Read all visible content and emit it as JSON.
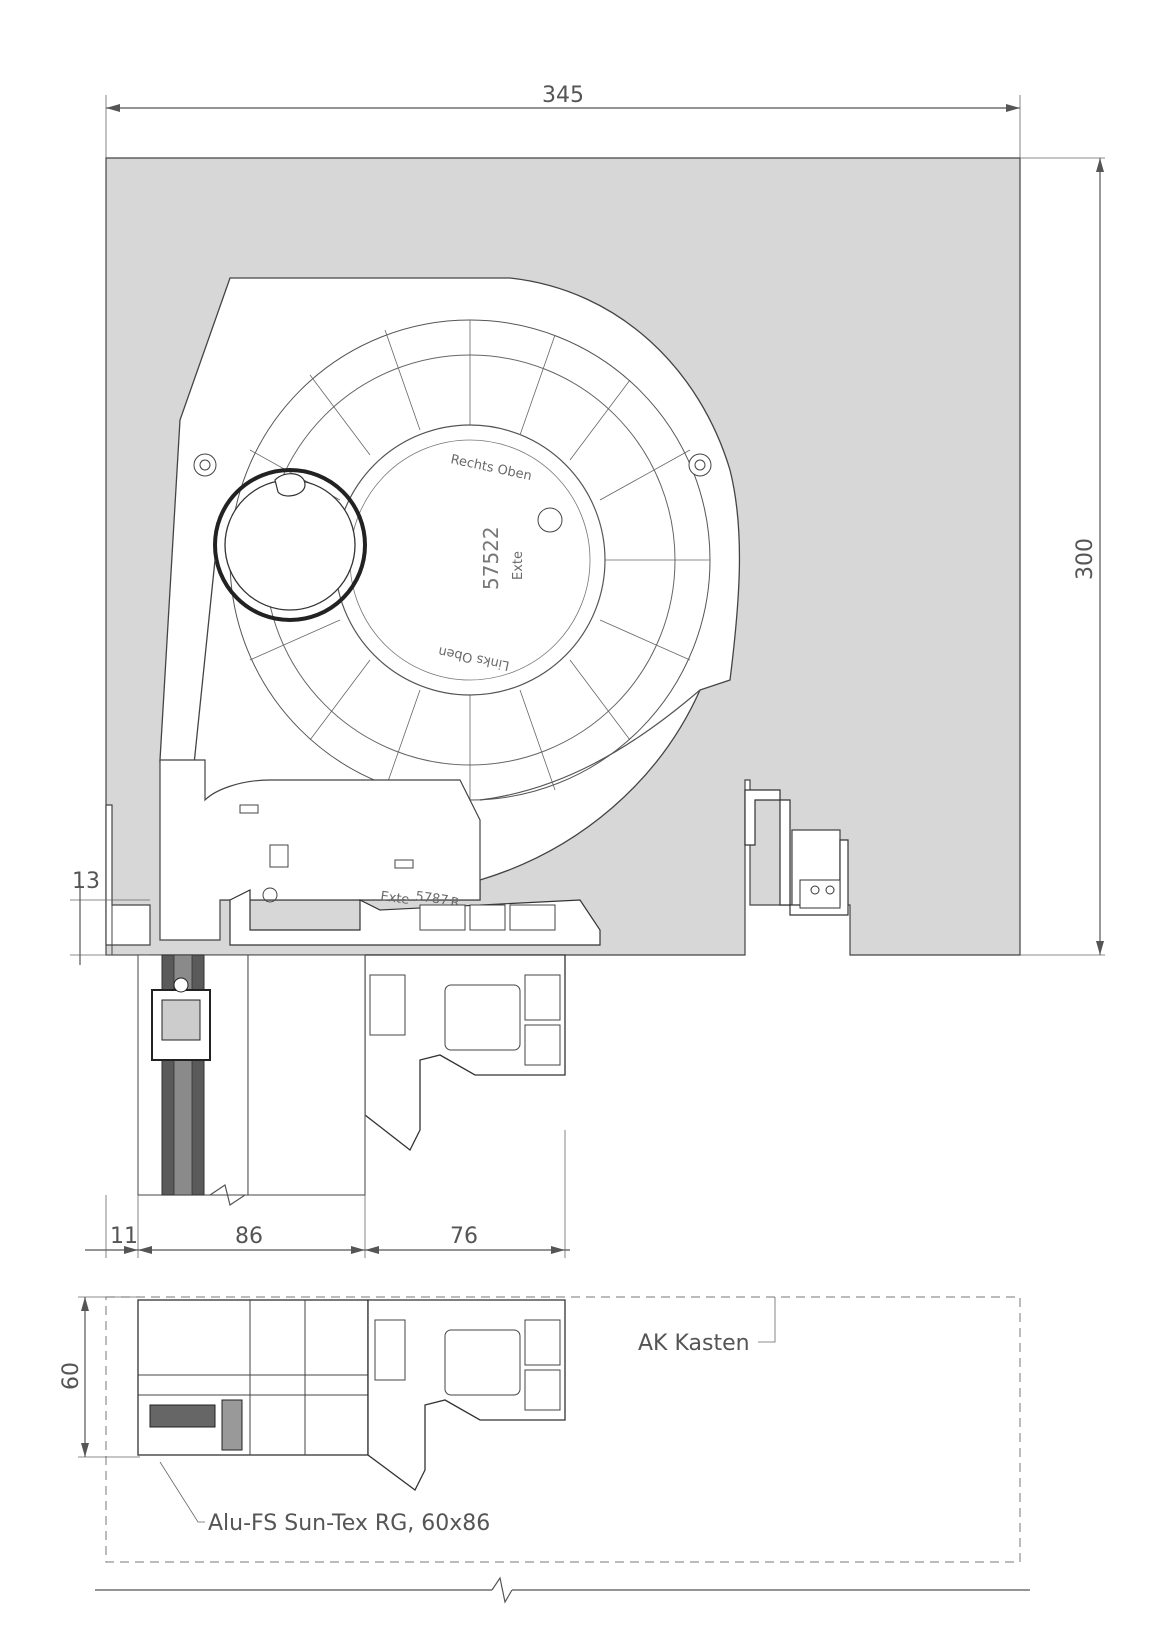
{
  "dimensions": {
    "top_width": "345",
    "right_height": "300",
    "left_offset": "13",
    "bottom_a": "11",
    "bottom_b": "86",
    "bottom_c": "76",
    "section_height": "60"
  },
  "labels": {
    "ak_kasten": "AK Kasten",
    "alu_fs": "Alu-FS Sun-Tex RG, 60x86"
  },
  "part_marks": {
    "end_cap_id": "57522",
    "rechts_oben": "Rechts Oben",
    "links_oben": "Links Oben",
    "bracket_id": "5787",
    "bracket_suffix": "R",
    "brand": "Exte"
  },
  "colors": {
    "box_fill": "#d7d7d7",
    "line": "#555555",
    "glass": "#5a5a5a"
  }
}
